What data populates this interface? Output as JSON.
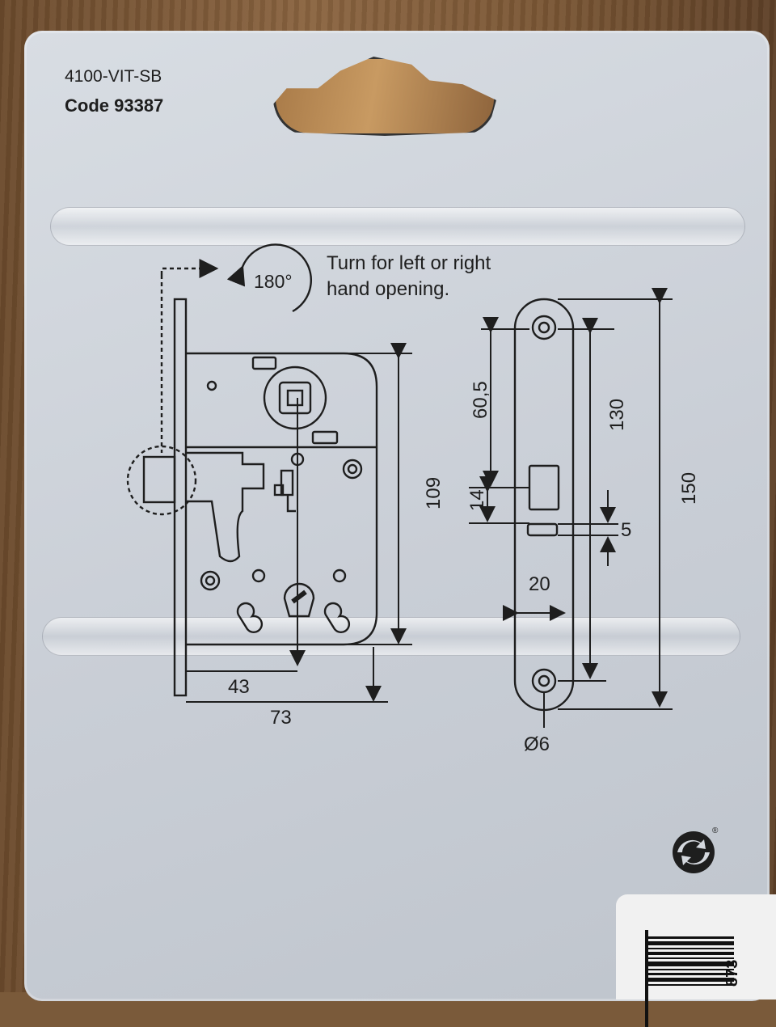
{
  "product": {
    "sku": "4100-VIT-SB",
    "code": "Code 93387"
  },
  "rotation_note": {
    "angle": "180°",
    "line1": "Turn for left or right",
    "line2": "hand opening."
  },
  "dimensions": {
    "height_lock": "109",
    "backset": "43",
    "depth": "73",
    "faceplate_length": "150",
    "screw_spacing": "130",
    "spindle_to_latch": "60,5",
    "latch_height": "14",
    "deadlatch_height": "5",
    "faceplate_width": "20",
    "screw_diameter": "Ø6"
  },
  "barcode": {
    "digits": "873"
  },
  "recycle_mark": "®"
}
